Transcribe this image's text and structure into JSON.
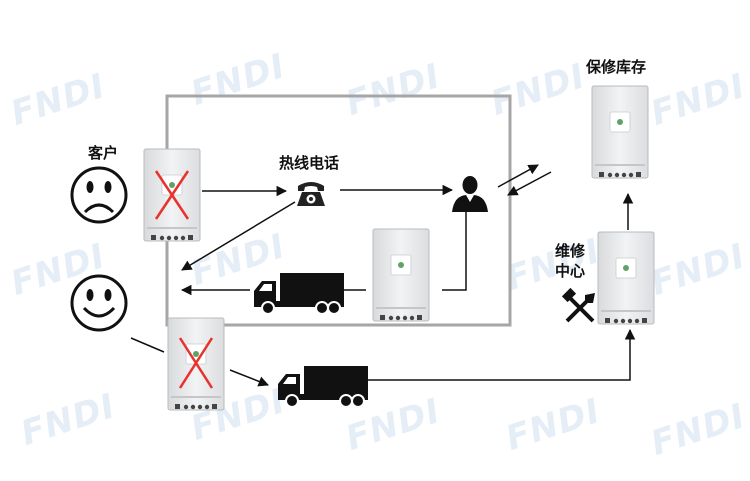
{
  "labels": {
    "customer": "客户",
    "hotline": "热线电话",
    "warranty_stock": "保修库存",
    "repair_center_line1": "维修",
    "repair_center_line2": "中心"
  },
  "watermark": "FNDI",
  "icons": {
    "sad_face": "sad-face-icon",
    "happy_face": "happy-face-icon",
    "telephone": "telephone-icon",
    "operator": "person-icon",
    "truck": "truck-icon",
    "tools": "tools-icon"
  },
  "colors": {
    "frame": "#a6a6a6",
    "unit_body": "#e9eaeb",
    "cross": "#e8322d",
    "arrow": "#111111"
  }
}
